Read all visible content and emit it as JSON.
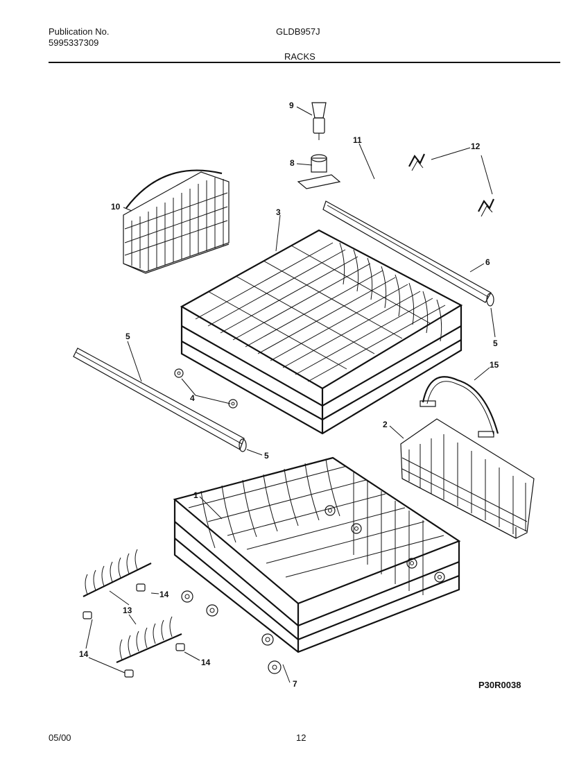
{
  "header": {
    "publication_label": "Publication No.",
    "publication_number": "5995337309",
    "model": "GLDB957J",
    "section": "RACKS"
  },
  "footer": {
    "date": "05/00",
    "page": "12",
    "drawing_code": "P30R0038"
  },
  "callouts": {
    "c1": "1",
    "c2": "2",
    "c3": "3",
    "c4": "4",
    "c5a": "5",
    "c5b": "5",
    "c5c": "5",
    "c6": "6",
    "c7": "7",
    "c8": "8",
    "c9": "9",
    "c10": "10",
    "c11": "11",
    "c12": "12",
    "c13": "13",
    "c14a": "14",
    "c14b": "14",
    "c14c": "14",
    "c15": "15"
  }
}
